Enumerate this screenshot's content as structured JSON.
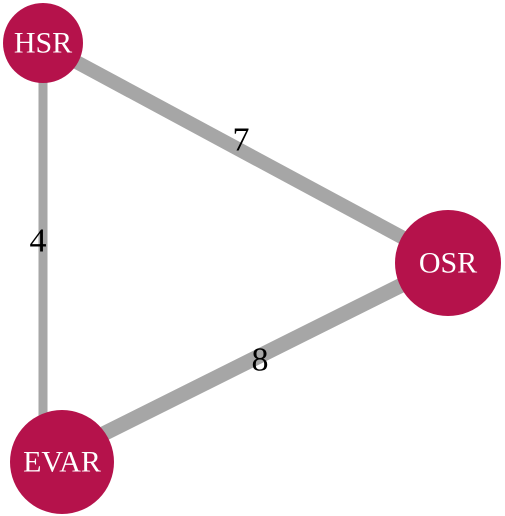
{
  "network": {
    "node_color": "#b5124b",
    "edge_color": "#a6a6a6",
    "nodes": [
      {
        "id": "HSR",
        "label": "HSR"
      },
      {
        "id": "OSR",
        "label": "OSR"
      },
      {
        "id": "EVAR",
        "label": "EVAR"
      }
    ],
    "edges": [
      {
        "source": "HSR",
        "target": "OSR",
        "label": "7"
      },
      {
        "source": "HSR",
        "target": "EVAR",
        "label": "4"
      },
      {
        "source": "EVAR",
        "target": "OSR",
        "label": "8"
      }
    ]
  }
}
